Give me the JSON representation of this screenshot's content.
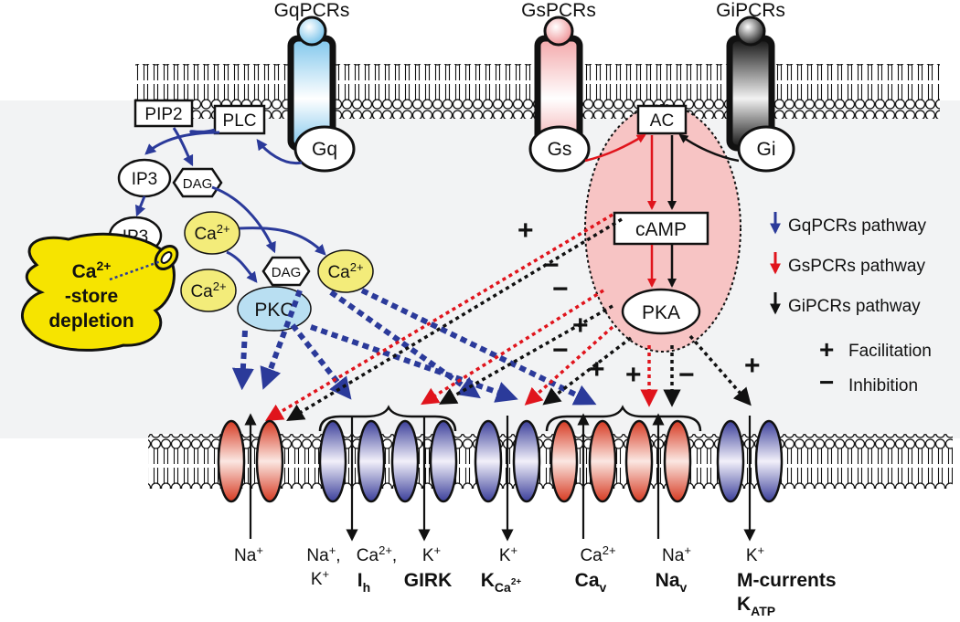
{
  "receptors": {
    "gq": {
      "label": "GqPCRs",
      "protein": "Gq"
    },
    "gs": {
      "label": "GsPCRs",
      "protein": "Gs"
    },
    "gi": {
      "label": "GiPCRs",
      "protein": "Gi"
    }
  },
  "molecules": {
    "pip2": "PIP2",
    "plc": "PLC",
    "ip3_top": "IP3",
    "ip3_bottom": "IP3",
    "dag_top": "DAG",
    "dag_mid": "DAG",
    "ca_base": "Ca",
    "ca_sup": "2+",
    "pkc": "PKC",
    "ac": "AC",
    "camp": "cAMP",
    "pka": "PKA"
  },
  "store": {
    "line1_base": "Ca",
    "line1_sup": "2+",
    "line2": "-store",
    "line3": "depletion"
  },
  "legend": {
    "gq": {
      "label": "GqPCRs pathway",
      "color": "#2b3a9a"
    },
    "gs": {
      "label": "GsPCRs pathway",
      "color": "#e0141c"
    },
    "gi": {
      "label": "GiPCRs pathway",
      "color": "#111111"
    },
    "facilitation": {
      "symbol": "+",
      "label": "Facilitation"
    },
    "inhibition": {
      "symbol": "−",
      "label": "Inhibition"
    }
  },
  "signs": {
    "plus": "+",
    "minus": "−"
  },
  "channels": {
    "na": {
      "ion_base": "Na",
      "ion_sup": "+"
    },
    "ih": {
      "ion1": "Na",
      "ion1_sup": "+",
      "sep1": ",",
      "ion2": "K",
      "ion2_sup": "+",
      "ion3": "Ca",
      "ion3_sup": "2+",
      "sep2": ",",
      "name_base": "I",
      "name_sub": "h"
    },
    "girk": {
      "ion_base": "K",
      "ion_sup": "+",
      "name": "GIRK"
    },
    "kca": {
      "ion_base": "K",
      "ion_sup": "+",
      "name_base": "K",
      "name_sub_base": "Ca",
      "name_sub_sup": "2+"
    },
    "cav": {
      "ion_base": "Ca",
      "ion_sup": "2+",
      "name_base": "Ca",
      "name_sub": "v"
    },
    "nav": {
      "ion_base": "Na",
      "ion_sup": "+",
      "name_base": "Na",
      "name_sub": "v"
    },
    "m": {
      "ion_base": "K",
      "ion_sup": "+",
      "name1": "M-currents",
      "name2_base": "K",
      "name2_sub": "ATP"
    }
  },
  "colors": {
    "gq_blue": "#2b3a9a",
    "gs_red": "#e0141c",
    "gi_black": "#111111",
    "pka_bg": "#f7c4c4",
    "ca_yellow": "#f3ec7a",
    "store_yellow": "#f6e400",
    "pkc_blue": "#b9dff2"
  }
}
